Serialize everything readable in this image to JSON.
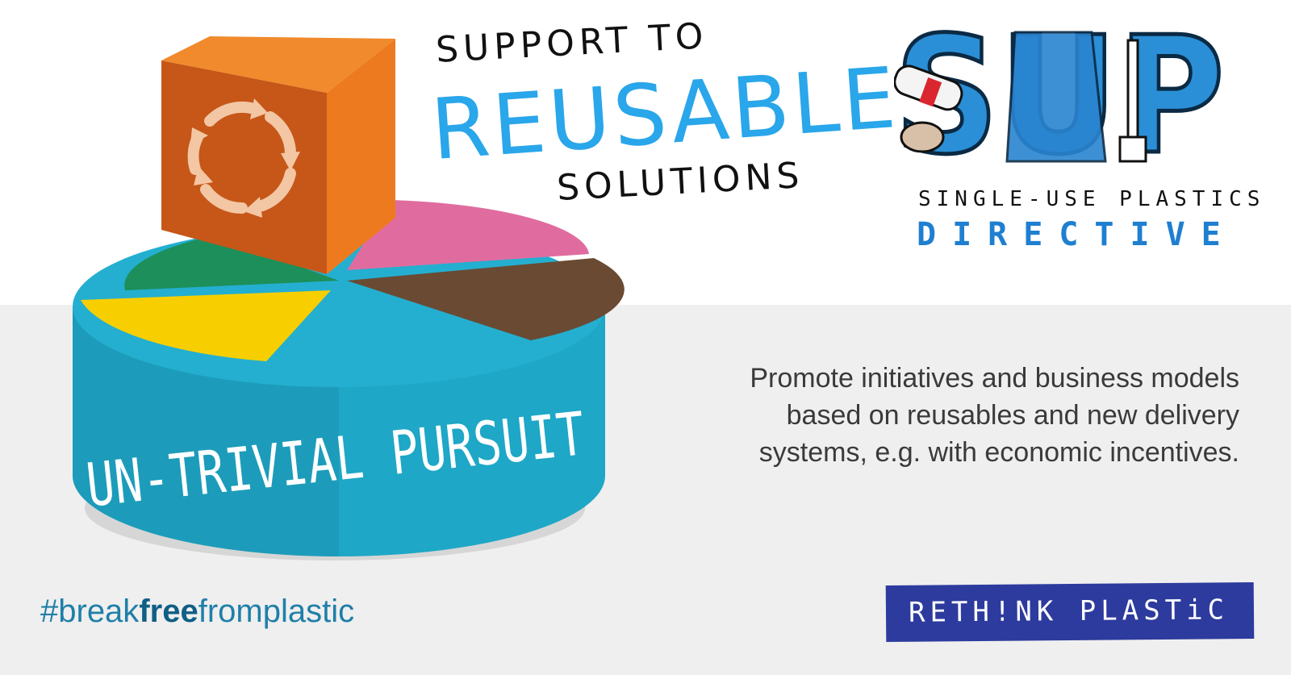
{
  "headline": {
    "line1": "SUPPORT TO",
    "line2": "REUSABLE",
    "line3": "SOLUTIONS"
  },
  "pie_label": "UN-TRIVIAL PURSUIT",
  "sup_logo": {
    "letters": "SUP",
    "line1": "SINGLE-USE PLASTICS",
    "line2": "DIRECTIVE"
  },
  "description": "Promote initiatives and business models based on reusables and new delivery systems, e.g. with economic incentives.",
  "hashtag": {
    "part1": "#break",
    "part2": "free",
    "part3": "fromplastic"
  },
  "badge": "RETH!NK PLASTiC",
  "colors": {
    "accent_blue": "#2aa6ea",
    "pie_cyan": "#1ea7c6",
    "orange": "#e46a1a",
    "pink": "#e06c9f",
    "brown": "#6a4a32",
    "yellow": "#f7cf00",
    "green": "#1c8f5a",
    "badge_blue": "#2d3b9e"
  },
  "icons": [
    "recycle-arrows-icon",
    "plastic-bottle-icon",
    "plastic-bag-icon",
    "cup-icon",
    "fork-icon"
  ]
}
